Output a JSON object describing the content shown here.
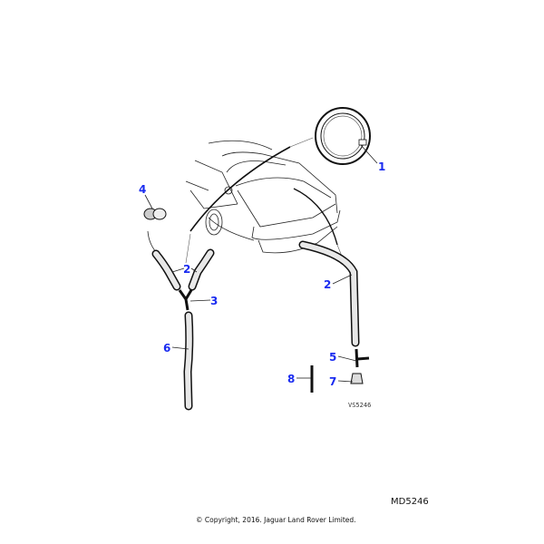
{
  "diagram": {
    "reference_code": "VS5246",
    "callouts": [
      {
        "id": "1",
        "label": "1",
        "part": "ring"
      },
      {
        "id": "2a",
        "label": "2",
        "part": "hose-left"
      },
      {
        "id": "2b",
        "label": "2",
        "part": "hose-right"
      },
      {
        "id": "3",
        "label": "3",
        "part": "y-connector"
      },
      {
        "id": "4",
        "label": "4",
        "part": "clip"
      },
      {
        "id": "5",
        "label": "5",
        "part": "t-connector"
      },
      {
        "id": "6",
        "label": "6",
        "part": "drain-hose"
      },
      {
        "id": "7",
        "label": "7",
        "part": "cap"
      },
      {
        "id": "8",
        "label": "8",
        "part": "connector"
      }
    ],
    "callout_color": "#1a2cf0"
  },
  "footer": {
    "diagram_id": "MD5246",
    "copyright": "© Copyright, 2016. Jaguar Land Rover Limited."
  }
}
